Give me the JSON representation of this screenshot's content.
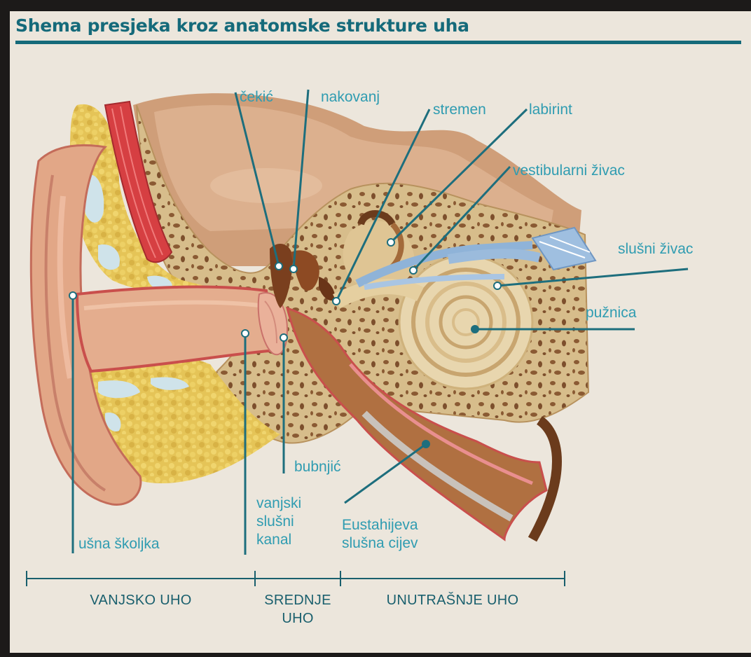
{
  "title": "Shema presjeka kroz anatomske strukture uha",
  "colors": {
    "frame": "#1c1a19",
    "background": "#ece6dc",
    "title": "#156a7a",
    "label": "#2f9cb1",
    "section_label": "#195f6d",
    "leader_line": "#1d6e7d",
    "bone": "#d9bf8e",
    "fat": "#e6c85c",
    "tissue_pink": "#e7a88f",
    "skin_red": "#c84e4c",
    "muscle": "#d53f42",
    "nerve": "#8fb3d8",
    "dark_bone": "#6b3b1c"
  },
  "labels": {
    "cekic": "čekić",
    "nakovanj": "nakovanj",
    "stremen": "stremen",
    "labirint": "labirint",
    "vestibularni_zivac": "vestibularni živac",
    "slusni_zivac": "slušni živac",
    "puznica": "pužnica",
    "bubnjic": "bubnjić",
    "vanjski_slusni_kanal": [
      "vanjski",
      "slušni",
      "kanal"
    ],
    "eustahijeva_slusna_cijev": [
      "Eustahijeva",
      "slušna cijev"
    ],
    "usna_skoljka": "ušna školjka"
  },
  "sections": {
    "outer": "VANJSKO UHO",
    "middle": [
      "SREDNJE",
      "UHO"
    ],
    "inner": "UNUTRAŠNJE UHO"
  }
}
